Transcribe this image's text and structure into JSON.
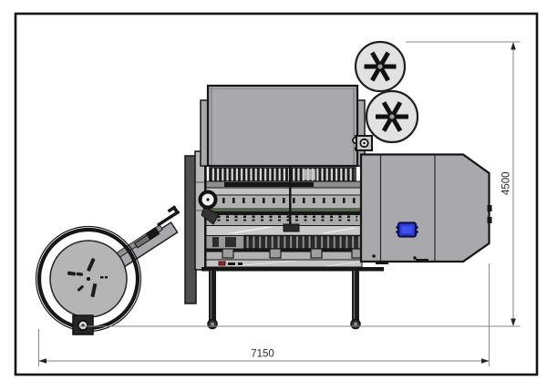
{
  "labels": {
    "height_dimension": "4500",
    "width_dimension": "7150"
  },
  "colors": {
    "machine_body": "#a9a9ad",
    "panel_light": "#c9c9c9",
    "panel_dark": "#4f4f4f",
    "disc_fill": "#e2e2e2",
    "outline": "#161616",
    "dimension_line": "#8a8a8a",
    "dimension_text": "#2e2e2e",
    "connector_blue": "#2b3bd6",
    "connector_blue_light": "#4050e8",
    "marker_red": "#8f2424",
    "belt_green": "#55624a"
  },
  "icons": {
    "spoke_disc": "asterisk-6-spoke",
    "paddle_wheel": "pinwheel-blades"
  }
}
